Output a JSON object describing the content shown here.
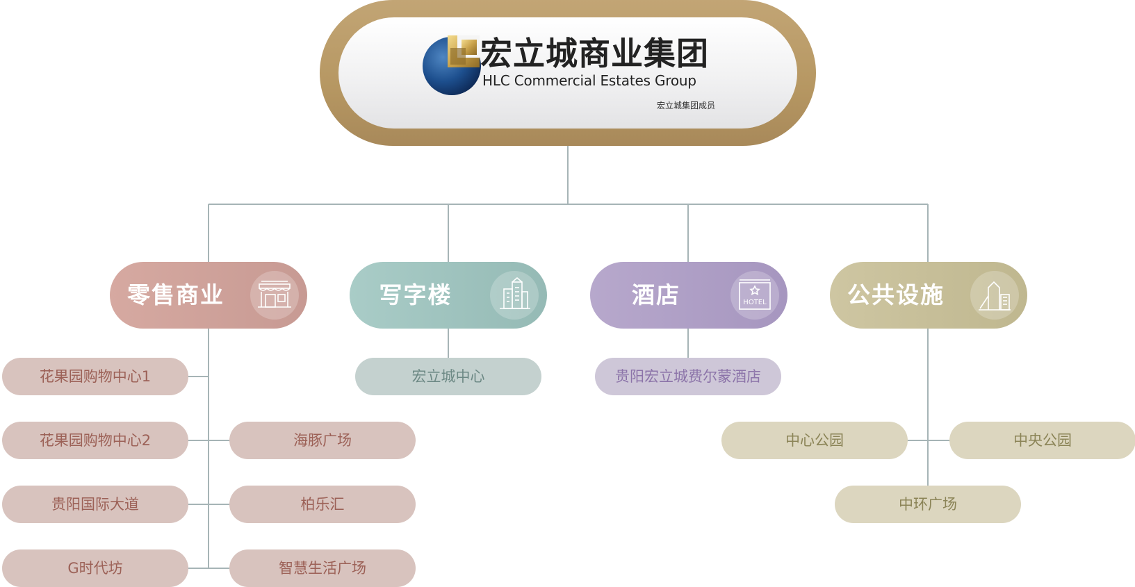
{
  "root": {
    "name_cn": "宏立城商业集团",
    "name_en": "HLC Commercial Estates Group",
    "member_note": "宏立城集团成员",
    "logo_icon": "gold-square-on-blue-globe-icon"
  },
  "categories": [
    {
      "label": "零售商业",
      "icon": "storefront-icon",
      "color": "#c99c95",
      "items_left": [
        "花果园购物中心1",
        "花果园购物中心2",
        "贵阳国际大道",
        "G时代坊"
      ],
      "items_right": [
        "海豚广场",
        "柏乐汇",
        "智慧生活广场"
      ]
    },
    {
      "label": "写字楼",
      "icon": "office-towers-icon",
      "color": "#9fc3be",
      "items": [
        "宏立城中心"
      ]
    },
    {
      "label": "酒店",
      "icon": "hotel-sign-icon",
      "color": "#ad9ec5",
      "items": [
        "贵阳宏立城费尔蒙酒店"
      ]
    },
    {
      "label": "公共设施",
      "icon": "playground-icon",
      "color": "#c6be99",
      "items_left": [
        "中心公园"
      ],
      "items_right": [
        "中央公园"
      ],
      "items_center": [
        "中环广场"
      ]
    }
  ]
}
